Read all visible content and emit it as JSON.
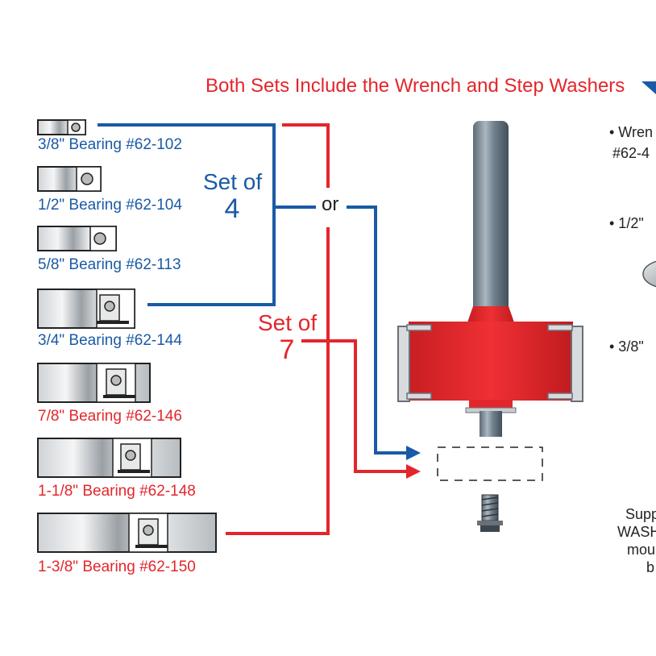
{
  "header": {
    "title": "Both Sets Include the Wrench and Step Washers"
  },
  "bearings": [
    {
      "label": "3/8\" Bearing #62-102"
    },
    {
      "label": "1/2\" Bearing #62-104"
    },
    {
      "label": "5/8\" Bearing #62-113"
    },
    {
      "label": "3/4\" Bearing #62-144"
    },
    {
      "label": "7/8\" Bearing #62-146"
    },
    {
      "label": "1-1/8\" Bearing #62-148"
    },
    {
      "label": "1-3/8\" Bearing #62-150"
    }
  ],
  "sets": {
    "set4_line1": "Set of",
    "set4_line2": "4",
    "set7_line1": "Set of",
    "set7_line2": "7",
    "or": "or"
  },
  "right_column": {
    "item1_line1": "• Wren",
    "item1_line2": "#62-4",
    "item2": "• 1/2\"",
    "item3": "• 3/8\"",
    "note_lines": [
      "Supp",
      "WASH",
      "mou",
      "b"
    ]
  },
  "colors": {
    "blue": "#1a5aa6",
    "red": "#e3262b",
    "bearing_outline": "#222222"
  }
}
